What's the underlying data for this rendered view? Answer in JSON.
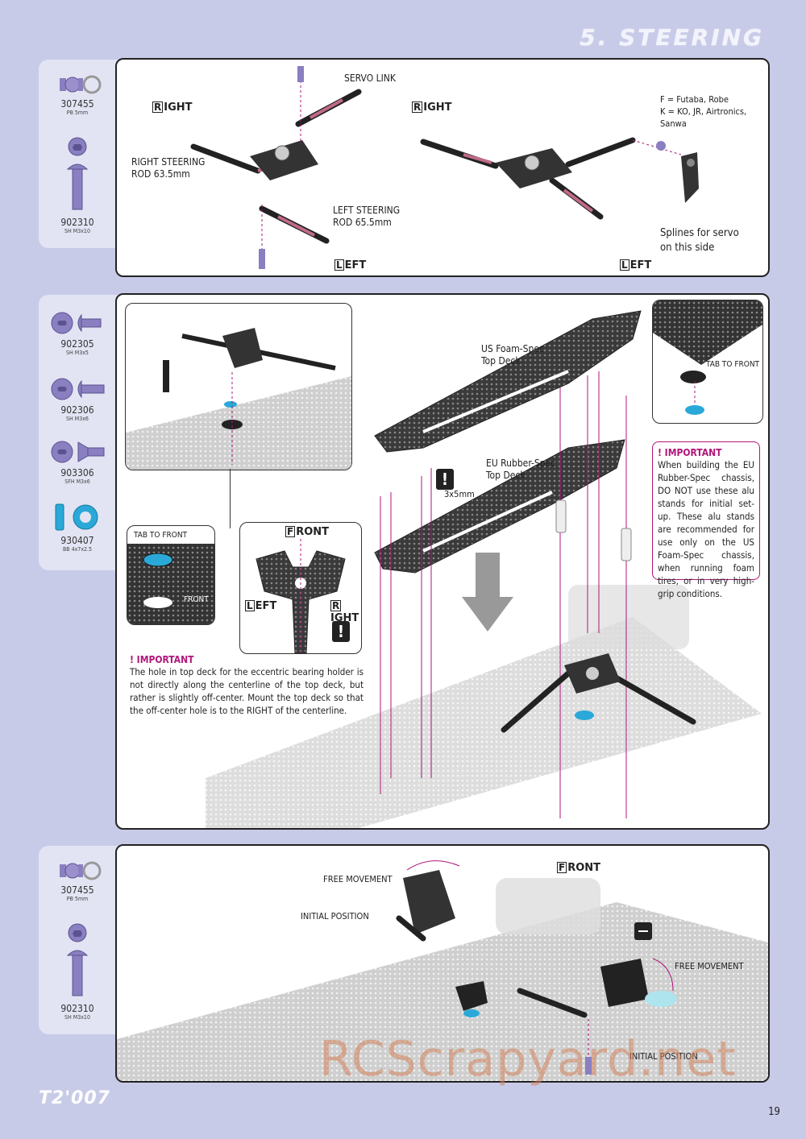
{
  "header": {
    "title": "5. STEERING"
  },
  "step1": {
    "parts": [
      {
        "code": "307455",
        "spec": "PB 5mm"
      },
      {
        "code": "902310",
        "spec": "SH M3x10"
      }
    ],
    "labels": {
      "servo_link": "SERVO LINK",
      "right_rod": "RIGHT STEERING\nROD 63.5mm",
      "left_rod": "LEFT STEERING\nROD 65.5mm",
      "brands": "F = Futaba, Robe\nK = KO, JR, Airtronics, Sanwa",
      "splines": "Splines for servo\non this side"
    },
    "dirs": {
      "right": "RIGHT",
      "left": "LEFT"
    }
  },
  "step2": {
    "parts": [
      {
        "code": "902305",
        "spec": "SH M3x5"
      },
      {
        "code": "902306",
        "spec": "SH M3x6"
      },
      {
        "code": "903306",
        "spec": "SFH M3x6"
      },
      {
        "code": "930407",
        "spec": "BB 4x7x2.5"
      }
    ],
    "labels": {
      "us_deck": "US Foam-Spec\nTop Deck",
      "eu_deck": "EU Rubber-Spec\nTop Deck",
      "tab_front": "TAB TO FRONT",
      "front": "FRONT",
      "screw": "3x5mm"
    },
    "dirs": {
      "front": "FRONT",
      "left": "LEFT",
      "right": "RIGHT"
    },
    "important_right": {
      "title": "! IMPORTANT",
      "text": "When building the EU Rubber-Spec chassis, DO NOT use these alu stands for initial set-up. These alu stands are recommended for use only on the US Foam-Spec chassis, when running foam tires, or in very high-grip conditions."
    },
    "important_left": {
      "title": "! IMPORTANT",
      "text": "The hole in top deck for the eccentric bearing holder is not directly along the centerline of the top deck, but rather is slightly off-center. Mount the top deck so that the off-center hole is to the RIGHT of the centerline."
    }
  },
  "step3": {
    "parts": [
      {
        "code": "307455",
        "spec": "PB 5mm"
      },
      {
        "code": "902310",
        "spec": "SH M3x10"
      }
    ],
    "labels": {
      "free_movement_1": "FREE MOVEMENT",
      "initial_position_1": "INITIAL POSITION",
      "free_movement_2": "FREE MOVEMENT",
      "initial_position_2": "INITIAL POSITION"
    },
    "dirs": {
      "front": "FRONT"
    }
  },
  "footer": {
    "logo": "T2'007",
    "page_number": "19",
    "watermark": "RCScrapyard.net"
  },
  "colors": {
    "background": "#c8cbe8",
    "accent": "#b0167a",
    "hardware": "#8a7fc0"
  },
  "icons": [
    "ball-stud-icon",
    "washer-icon",
    "button-head-screw-icon",
    "flat-head-screw-icon",
    "bearing-icon",
    "exclamation-icon",
    "down-arrow-icon",
    "wrench-icon"
  ]
}
